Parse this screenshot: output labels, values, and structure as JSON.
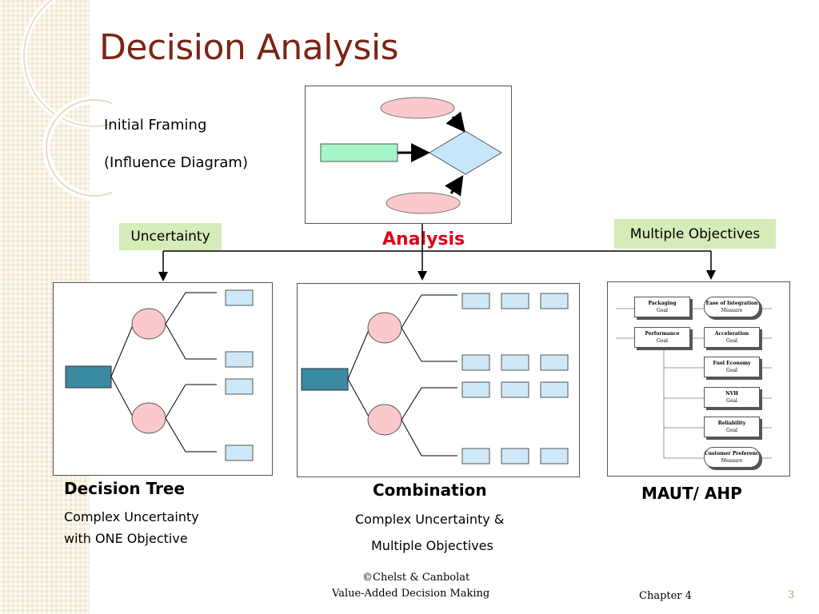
{
  "slide": {
    "title": "Decision Analysis",
    "framing_line1": "Initial Framing",
    "framing_line2": "(Influence Diagram)",
    "analysis_label": "Analysis",
    "uncertainty_label": "Uncertainty",
    "multiple_objectives_label": "Multiple Objectives"
  },
  "panels": {
    "decision_tree": {
      "title": "Decision Tree",
      "sub1": "Complex Uncertainty",
      "sub2": "with ONE Objective"
    },
    "combination": {
      "title": "Combination",
      "sub1": "Complex Uncertainty &",
      "sub2": "Multiple Objectives"
    },
    "maut": {
      "title": "MAUT/ AHP"
    }
  },
  "maut_nodes": [
    {
      "title": "Packaging",
      "sub": "Goal"
    },
    {
      "title": "Ease of Integration",
      "sub": "Measure"
    },
    {
      "title": "Performance",
      "sub": "Goal"
    },
    {
      "title": "Acceleration",
      "sub": "Goal"
    },
    {
      "title": "Fuel Economy",
      "sub": "Goal"
    },
    {
      "title": "NVH",
      "sub": "Goal"
    },
    {
      "title": "Reliability",
      "sub": "Goal"
    },
    {
      "title": "Customer Preference",
      "sub": "Measure"
    }
  ],
  "footer": {
    "copyright": "©Chelst & Canbolat",
    "book": "Value-Added Decision Making",
    "chapter": "Chapter 4",
    "page": "3"
  },
  "colors": {
    "title": "#7b2516",
    "analysis": "#e0001b",
    "chance_node": "#f9c9cc",
    "decision_node": "#c8e6fa",
    "decision_rect_dark": "#3a8aa0",
    "value_node": "#a6f5c8",
    "outcome_box": "#cfe8f8",
    "label_bg": "#d5ebb8"
  }
}
